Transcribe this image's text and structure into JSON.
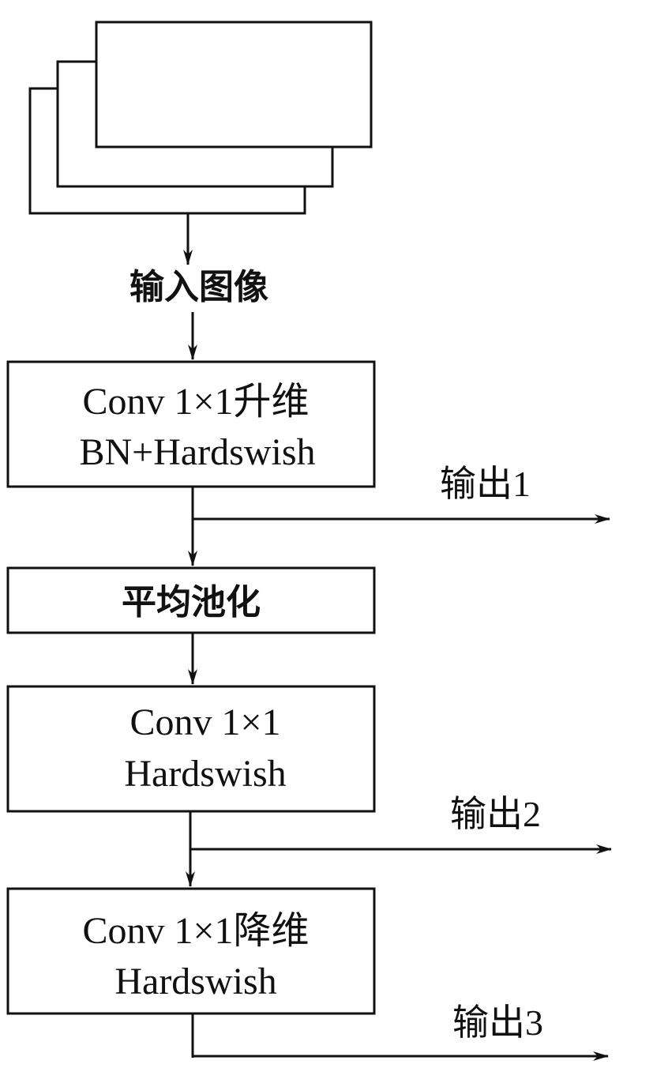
{
  "input_label": "输入图像",
  "blocks": [
    {
      "line1": "Conv 1×1升维",
      "line2": "BN+Hardswish"
    },
    {
      "line1": "平均池化"
    },
    {
      "line1": "Conv 1×1",
      "line2": "Hardswish"
    },
    {
      "line1": "Conv 1×1降维",
      "line2": "Hardswish"
    }
  ],
  "outputs": [
    "输出1",
    "输出2",
    "输出3"
  ],
  "colors": {
    "stroke": "#111111",
    "background": "#ffffff"
  }
}
